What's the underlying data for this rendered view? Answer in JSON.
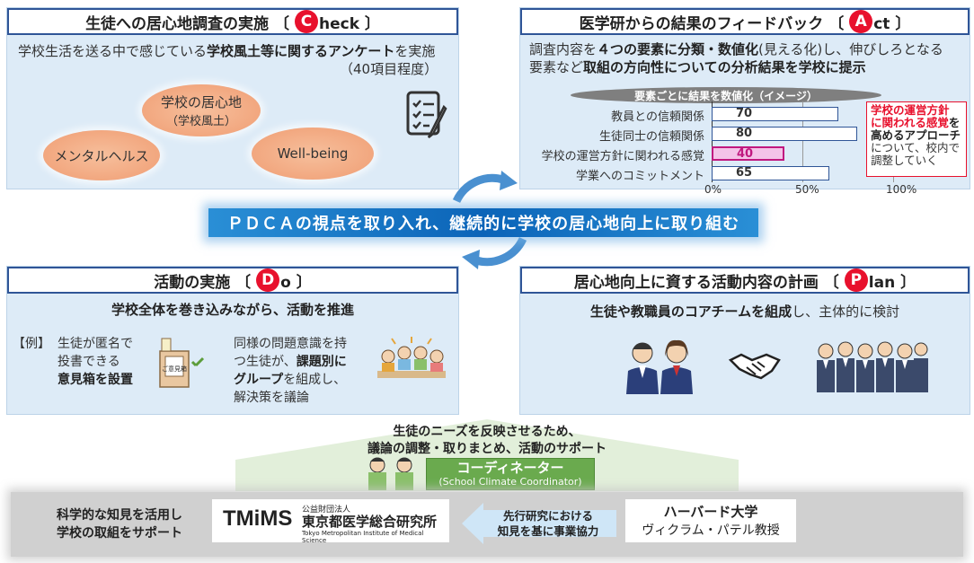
{
  "check": {
    "title_a": "生徒への居心地調査の実施 〔",
    "badge": "C",
    "title_b": "heck 〕",
    "desc1_a": "学校生活を送る中で感じている",
    "desc1_b": "学校風土等に関するアンケート",
    "desc1_c": "を実施",
    "desc2": "（40項目程度）",
    "oval1_a": "学校の居心地",
    "oval1_b": "（学校風土）",
    "oval2": "メンタルヘルス",
    "oval3": "Well-being"
  },
  "act": {
    "title_a": "医学研からの結果のフィードバック 〔",
    "badge": "A",
    "title_b": "ct 〕",
    "desc1_a": "調査内容を",
    "desc1_b": "４つの要素に分類・数値化",
    "desc1_c": "(見える化)し、伸びしろとなる",
    "desc2_a": "要素など",
    "desc2_b": "取組の方向性についての分析結果を学校に提示",
    "chart_title": "要素ごとに結果を数値化（イメージ）",
    "note_a": "学校の運営方針",
    "note_b": "に関われる感覚",
    "note_c": "を",
    "note_d": "高めるアプローチ",
    "note_e": "について、校内で",
    "note_f": "調整していく"
  },
  "chart_data": {
    "type": "bar",
    "categories": [
      "教員との信頼関係",
      "生徒同士の信頼関係",
      "学校の運営方針に関われる感覚",
      "学業へのコミットメント"
    ],
    "values": [
      70,
      80,
      40,
      65
    ],
    "title": "要素ごとに結果を数値化（イメージ）",
    "xlim": [
      0,
      100
    ],
    "x_ticks": [
      "0%",
      "50%",
      "100%"
    ],
    "highlight": "学校の運営方針に関われる感覚",
    "grid": true,
    "orientation": "horizontal"
  },
  "center": {
    "banner": "ＰＤＣＡの視点を取り入れ、継続的に学校の居心地向上に取り組む"
  },
  "do": {
    "title_a": "活動の実施 〔",
    "badge": "D",
    "title_b": "o 〕",
    "subtitle": "学校全体を巻き込みながら、活動を推進",
    "example": "【例】",
    "ex1_a": "生徒が匿名で",
    "ex1_b": "投書できる",
    "ex1_c": "意見箱を設置",
    "box_label": "ご意見箱",
    "ex2_a": "同様の問題意識を持",
    "ex2_b": "つ生徒が、",
    "ex2_c": "課題別に",
    "ex2_d": "グループ",
    "ex2_e": "を組成し、",
    "ex2_f": "解決策を議論"
  },
  "plan": {
    "title_a": "居心地向上に資する活動内容の計画 〔",
    "badge": "P",
    "title_b": "lan 〕",
    "desc_a": "生徒や教職員のコアチームを組成",
    "desc_b": "し、主体的に検討"
  },
  "support": {
    "line1": "生徒のニーズを反映させるため、",
    "line2": "議論の調整・取りまとめ、活動のサポート",
    "coordinator": "コーディネーター",
    "coordinator_en": "(School Climate Coordinator)"
  },
  "bottom": {
    "left_a": "科学的な知見を活用し",
    "left_b": "学校の取組をサポート",
    "logo": "TMiMS",
    "org_small": "公益財団法人",
    "org_name": "東京都医学総合研究所",
    "org_en": "Tokyo Metropolitan Institute of Medical Science",
    "arrow_a": "先行研究における",
    "arrow_b": "知見を基に事業協力",
    "harvard_a": "ハーバード大学",
    "harvard_b": "ヴィクラム・パテル教授"
  }
}
